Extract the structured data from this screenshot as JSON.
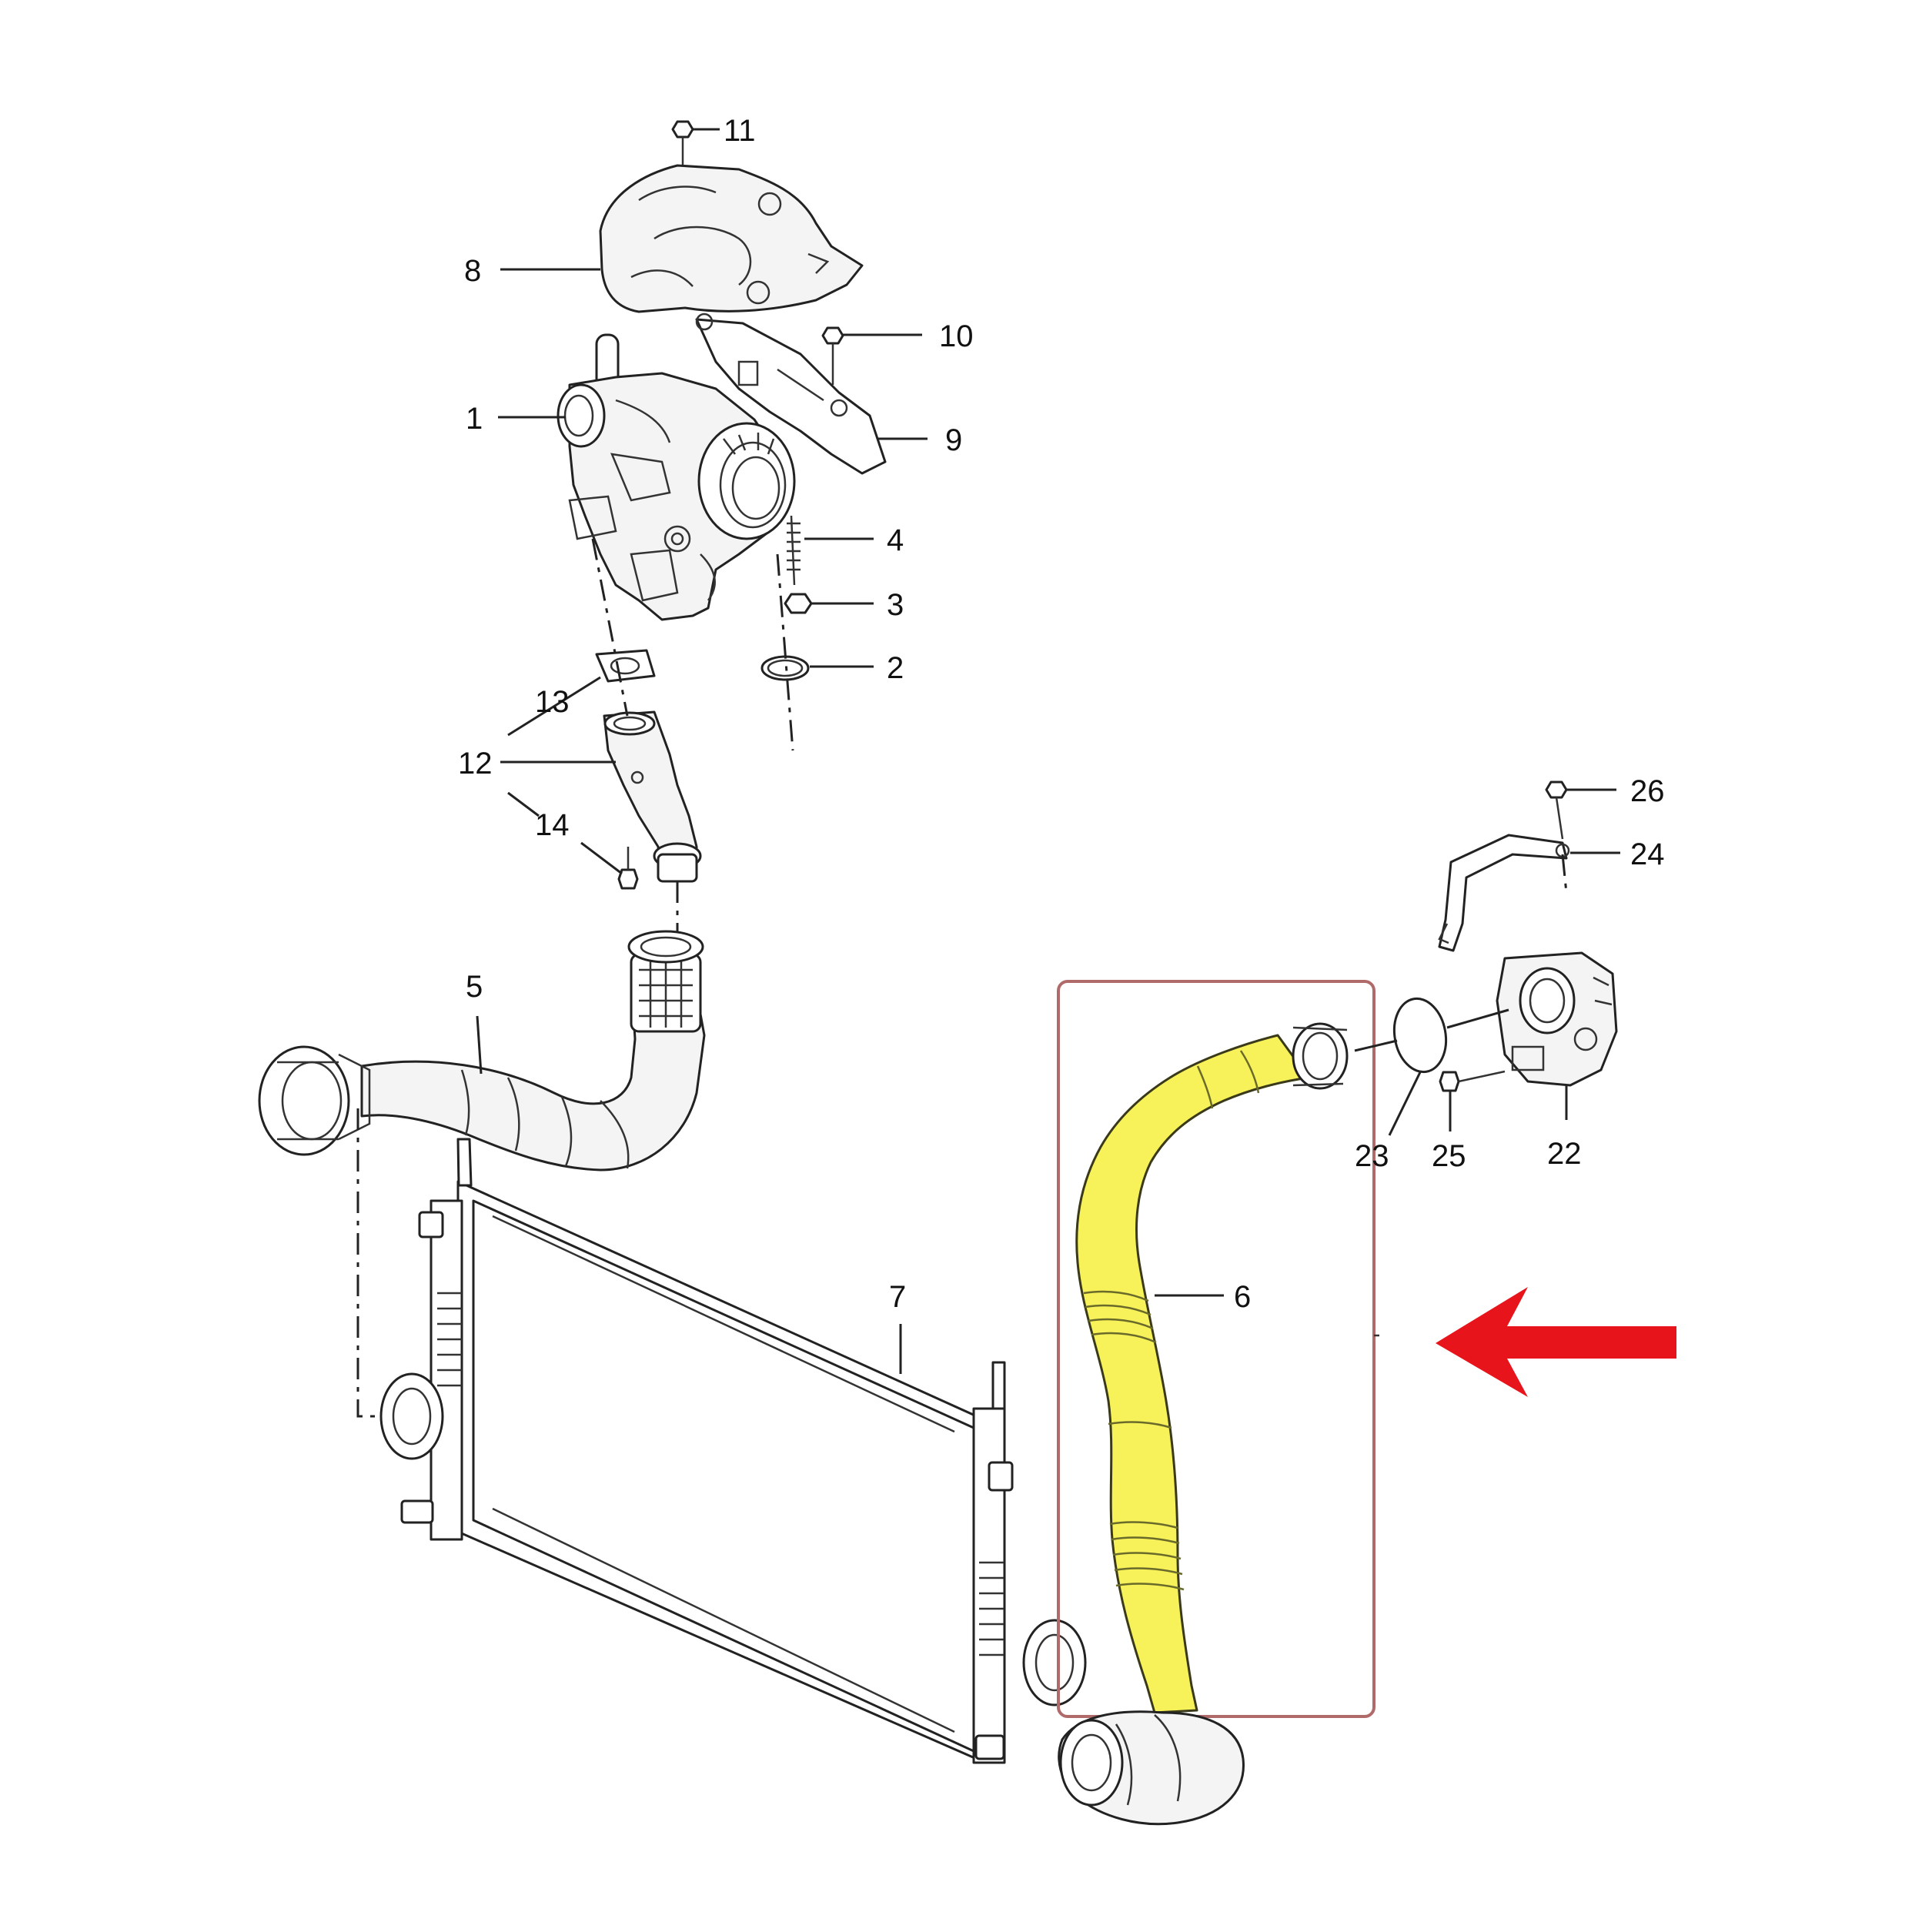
{
  "diagram": {
    "highlighted_part": "6",
    "colors": {
      "highlight_fill": "#f7f25a",
      "highlight_box": "#b06a6a",
      "arrow": "#e8141b",
      "line": "#222222"
    },
    "callouts": {
      "c1": "1",
      "c2": "2",
      "c3": "3",
      "c4": "4",
      "c5": "5",
      "c6": "6",
      "c7": "7",
      "c8": "8",
      "c9": "9",
      "c10": "10",
      "c11": "11",
      "c12": "12",
      "c13": "13",
      "c14": "14",
      "c22": "22",
      "c23": "23",
      "c24": "24",
      "c25": "25",
      "c26": "26"
    }
  }
}
